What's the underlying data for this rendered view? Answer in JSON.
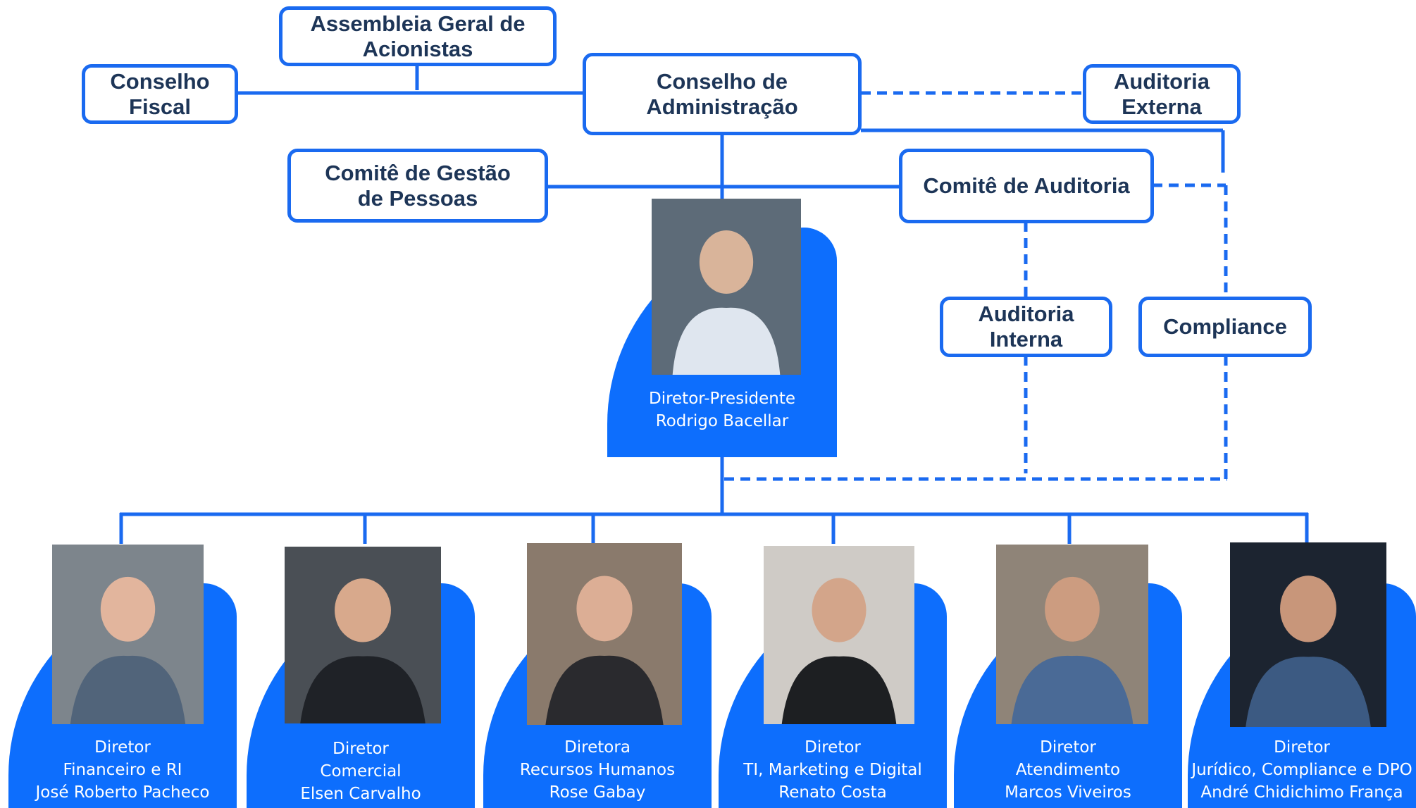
{
  "colors": {
    "accent": "#1a6af0",
    "card": "#0d6efd",
    "box_text": "#1d3557"
  },
  "governance": {
    "assembleia": "Assembleia Geral de\nAcionistas",
    "conselho_fiscal": "Conselho\nFiscal",
    "conselho_admin": "Conselho de\nAdministração",
    "auditoria_externa": "Auditoria\nExterna",
    "comite_pessoas": "Comitê de Gestão\nde Pessoas",
    "comite_auditoria": "Comitê de Auditoria",
    "auditoria_interna": "Auditoria\nInterna",
    "compliance": "Compliance"
  },
  "ceo": {
    "title": "Diretor-Presidente",
    "area": "",
    "name": "Rodrigo Bacellar"
  },
  "directors": [
    {
      "title": "Diretor",
      "area": "Financeiro e RI",
      "name": "José Roberto Pacheco"
    },
    {
      "title": "Diretor",
      "area": "Comercial",
      "name": "Elsen Carvalho"
    },
    {
      "title": "Diretora",
      "area": "Recursos Humanos",
      "name": "Rose  Gabay"
    },
    {
      "title": "Diretor",
      "area": "TI, Marketing e Digital",
      "name": "Renato Costa"
    },
    {
      "title": "Diretor",
      "area": "Atendimento",
      "name": "Marcos Viveiros"
    },
    {
      "title": "Diretor",
      "area": "Jurídico, Compliance e DPO",
      "name": "André Chidichimo França"
    }
  ]
}
